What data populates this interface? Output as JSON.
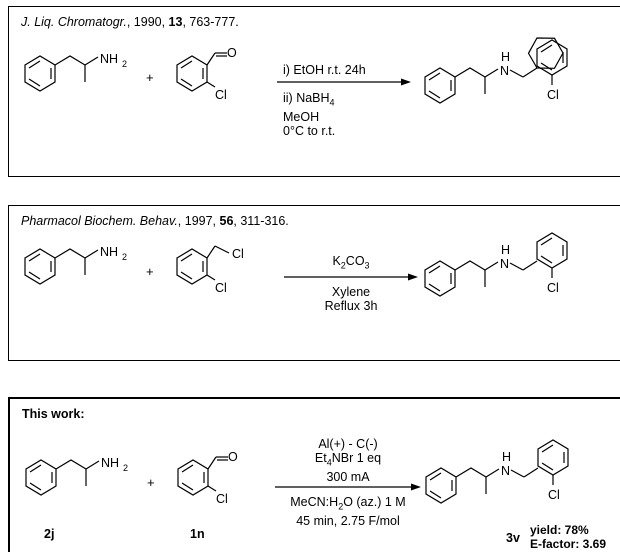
{
  "panel1": {
    "ref_journal": "J. Liq. Chromatogr.",
    "ref_year": ", 1990, ",
    "ref_volume": "13",
    "ref_pages": ", 763-777.",
    "plus": "+",
    "cond_line1": "i) EtOH r.t. 24h",
    "cond_line2_pre": "ii) NaBH",
    "cond_line2_sub": "4",
    "cond_line3": "MeOH",
    "cond_line4": "0°C to r.t."
  },
  "panel2": {
    "ref_journal": "Pharmacol Biochem. Behav.",
    "ref_year": ", 1997, ",
    "ref_volume": "56",
    "ref_pages": ", 311-316.",
    "plus": "+",
    "cond_top_pre": "K",
    "cond_top_sub": "2",
    "cond_top_mid": "CO",
    "cond_top_sub2": "3",
    "cond_line2": "Xylene",
    "cond_line3": "Reflux 3h"
  },
  "panel3": {
    "title": "This work:",
    "plus": "+",
    "cond_line1": "Al(+) - C(-)",
    "cond_line2_pre": "Et",
    "cond_line2_sub": "4",
    "cond_line2_post": "NBr 1 eq",
    "cond_line3": "300 mA",
    "cond_line4_pre": "MeCN:H",
    "cond_line4_sub": "2",
    "cond_line4_post": "O (az.) 1 M",
    "cond_line5": "45 min, 2.75 F/mol",
    "label_amine": "2j",
    "label_aldehyde": "1n",
    "label_product": "3v",
    "yield": "yield: 78%",
    "efactor": "E-factor: 3.69"
  },
  "atoms": {
    "nh2": "NH",
    "nh2_sub": "2",
    "h": "H",
    "n": "N",
    "o": "O",
    "cl": "Cl"
  }
}
